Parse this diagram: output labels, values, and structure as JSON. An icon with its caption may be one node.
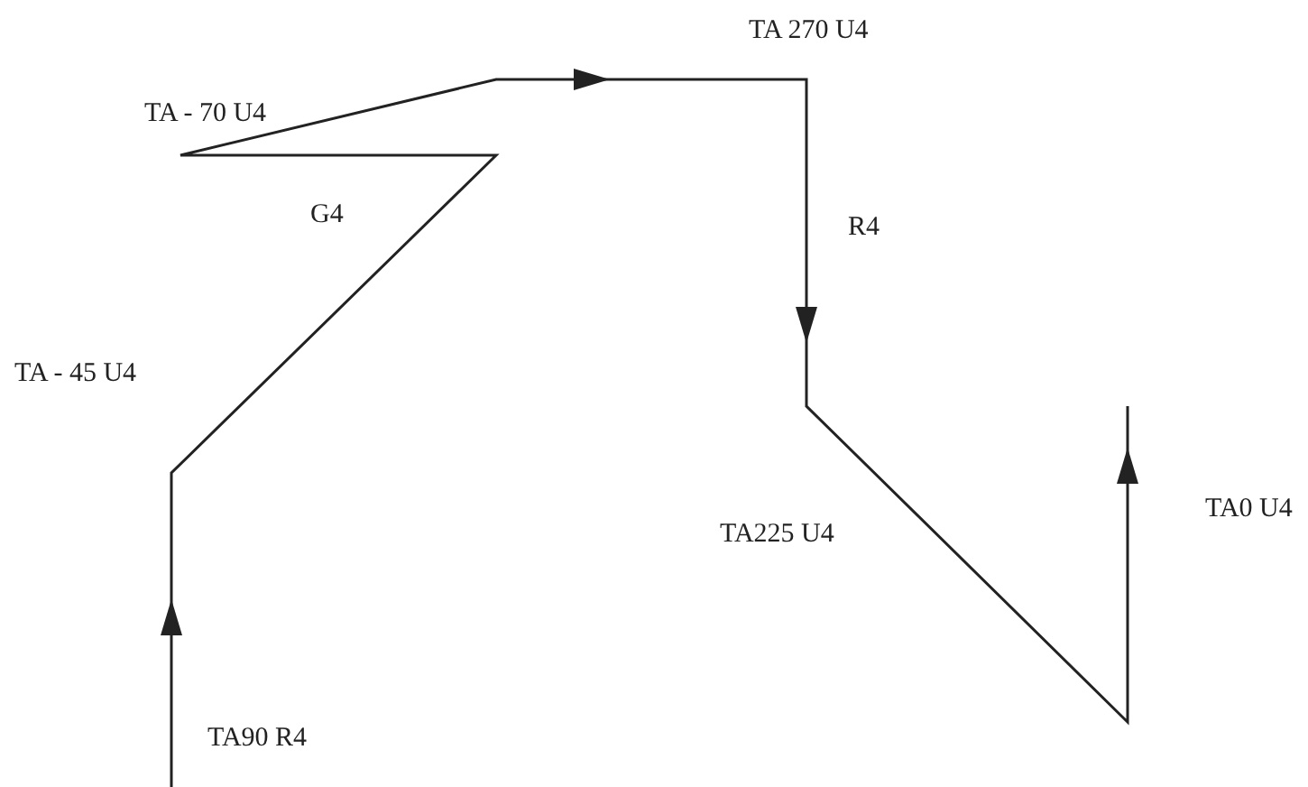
{
  "diagram": {
    "labels": [
      "TA - 70 U4",
      "TA 270 U4",
      "G4",
      "R4",
      "TA - 45 U4",
      "TA0 U4",
      "TA225 U4",
      "TA90 R4"
    ]
  }
}
